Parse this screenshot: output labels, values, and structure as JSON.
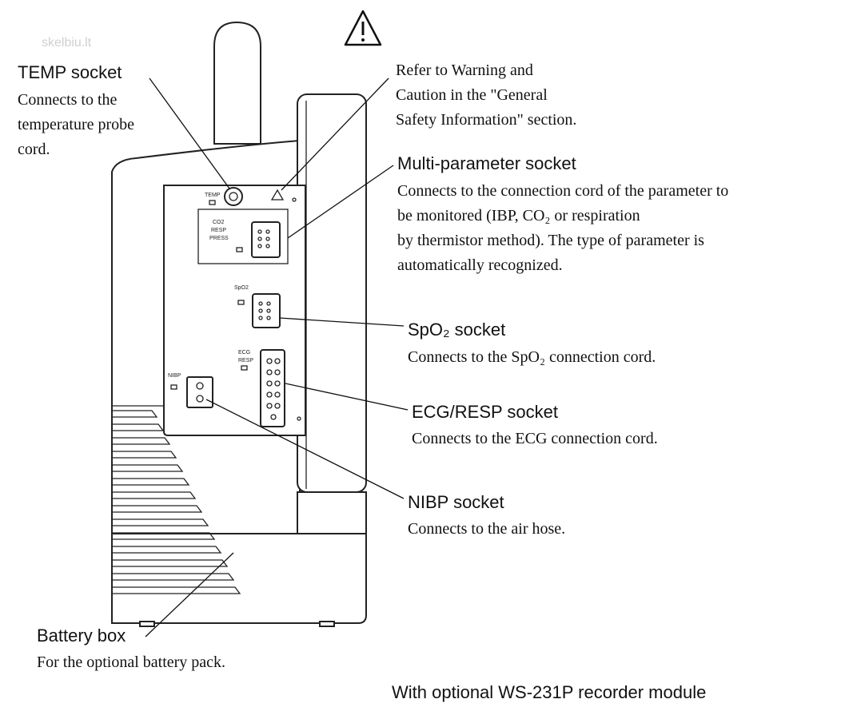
{
  "watermark": "skelbiu.lt",
  "warning_symbol": "warning-triangle-icon",
  "warning_text": [
    "Refer to Warning and",
    "Caution in the \"General",
    "Safety Information\" section."
  ],
  "temp": {
    "title": "TEMP socket",
    "body": [
      "Connects to the",
      "temperature probe",
      "cord."
    ]
  },
  "multi": {
    "title": "Multi-parameter socket",
    "body": [
      "Connects to the connection cord of the parameter to",
      "be monitored (IBP, CO₂ or respiration",
      "by thermistor method).  The type of parameter is",
      "automatically recognized."
    ]
  },
  "spo2": {
    "title": "SpO₂ socket",
    "body": "Connects to the SpO₂ connection cord."
  },
  "ecg": {
    "title": "ECG/RESP socket",
    "body": "Connects to the ECG connection cord."
  },
  "nibp": {
    "title": "NIBP socket",
    "body": "Connects to the air hose."
  },
  "battery": {
    "title": "Battery box",
    "body": "For the optional battery pack."
  },
  "footer": "With optional WS-231P recorder module",
  "panel_labels": {
    "temp": "TEMP",
    "co2": "CO2",
    "resp": "RESP",
    "press": "PRESS",
    "spo2": "SpO2",
    "ecg": "ECG",
    "ecg_resp": "RESP",
    "nibp": "NIBP"
  }
}
